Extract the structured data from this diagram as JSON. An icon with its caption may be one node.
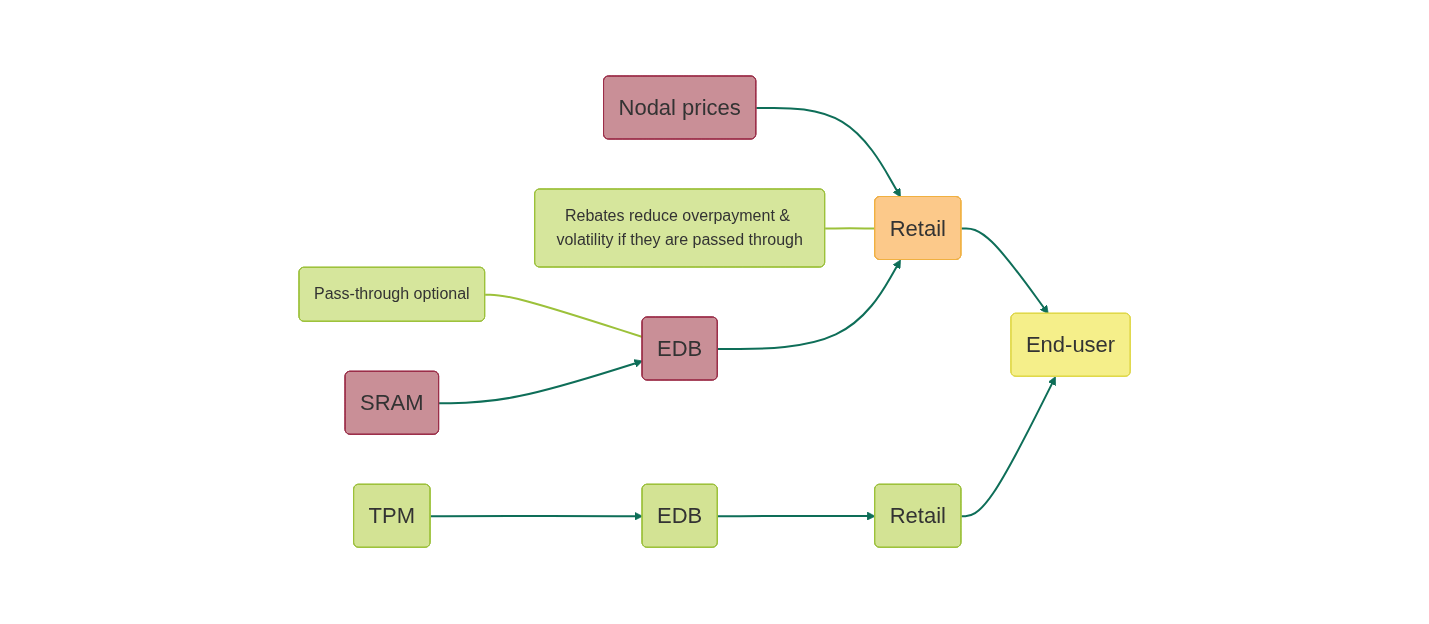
{
  "diagram": {
    "nodes": [
      {
        "text": [
          "Nodal prices"
        ]
      },
      {
        "text": [
          "Pass-through optional"
        ]
      },
      {
        "text": [
          "Rebates reduce overpayment & volatility if they are passed through"
        ]
      },
      {
        "text": [
          "SRAM"
        ]
      },
      {
        "text": [
          "EDB"
        ]
      },
      {
        "text": [
          "Retail"
        ]
      },
      {
        "text": [
          "End-user"
        ]
      },
      {
        "text": [
          "TPM"
        ]
      },
      {
        "text": [
          "EDB"
        ]
      },
      {
        "text": [
          "Retail"
        ]
      }
    ],
    "edges": [
      {
        "from": 0,
        "to": 5,
        "arrow": "to"
      },
      {
        "from": 1,
        "to": 4,
        "arrow": "none",
        "color": "#9cc13a"
      },
      {
        "from": 2,
        "to": 5,
        "arrow": "none",
        "color": "#9cc13a"
      },
      {
        "from": 3,
        "to": 4,
        "arrow": "to"
      },
      {
        "from": 4,
        "to": 5,
        "arrow": "to"
      },
      {
        "from": 5,
        "to": 6,
        "arrow": "to"
      },
      {
        "from": 7,
        "to": 8,
        "arrow": "to"
      },
      {
        "from": 8,
        "to": 9,
        "arrow": "to"
      },
      {
        "from": 9,
        "to": 6,
        "arrow": "to"
      }
    ]
  }
}
